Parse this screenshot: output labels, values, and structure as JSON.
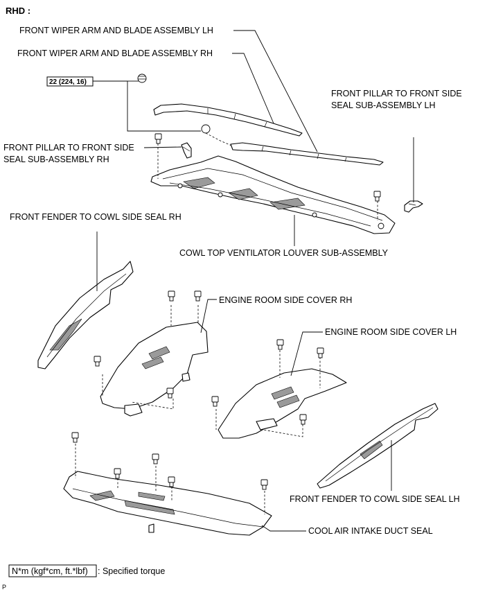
{
  "header": {
    "title": "RHD :"
  },
  "torque": {
    "value": "22 (224, 16)"
  },
  "labels": {
    "wiper_lh": "FRONT WIPER ARM AND BLADE ASSEMBLY LH",
    "wiper_rh": "FRONT WIPER ARM AND BLADE ASSEMBLY RH",
    "pillar_lh_1": "FRONT PILLAR TO FRONT SIDE",
    "pillar_lh_2": "SEAL SUB-ASSEMBLY LH",
    "pillar_rh_1": "FRONT PILLAR TO FRONT SIDE",
    "pillar_rh_2": "SEAL SUB-ASSEMBLY RH",
    "fender_seal_rh": "FRONT FENDER TO COWL SIDE SEAL RH",
    "cowl_louver": "COWL TOP VENTILATOR LOUVER SUB-ASSEMBLY",
    "engine_cover_rh": "ENGINE ROOM SIDE COVER RH",
    "engine_cover_lh": "ENGINE ROOM SIDE COVER LH",
    "fender_seal_lh": "FRONT FENDER TO COWL SIDE SEAL LH",
    "cool_air_seal": "COOL AIR INTAKE DUCT SEAL"
  },
  "legend": {
    "unit": "N*m (kgf*cm, ft.*lbf)",
    "description": ": Specified torque"
  },
  "footer": {
    "mark": "P"
  }
}
